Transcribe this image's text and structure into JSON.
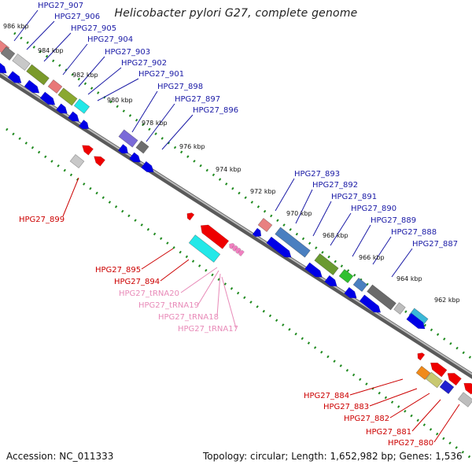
{
  "header": {
    "title": "Helicobacter pylori G27, complete genome"
  },
  "footer": {
    "accession": "Accession: NC_011333",
    "summary": "Topology: circular; Length: 1,652,982 bp; Genes: 1,536"
  },
  "colors": {
    "forward_label": "#1a1aa6",
    "reverse_label": "#cc0000",
    "trna_label": "#e88ab8",
    "genome_line": "#7a7a7a",
    "tick_dots": "#1f8a1f",
    "gene_blue": "#0000e6",
    "gene_red": "#ee0000",
    "trna_pink": "#f080c0"
  },
  "scale_ticks": [
    {
      "id": "986",
      "label": "986 kbp"
    },
    {
      "id": "984",
      "label": "984 kbp"
    },
    {
      "id": "982",
      "label": "982 kbp"
    },
    {
      "id": "980",
      "label": "980 kbp"
    },
    {
      "id": "978",
      "label": "978 kbp"
    },
    {
      "id": "976",
      "label": "976 kbp"
    },
    {
      "id": "974",
      "label": "974 kbp"
    },
    {
      "id": "972",
      "label": "972 kbp"
    },
    {
      "id": "970",
      "label": "970 kbp"
    },
    {
      "id": "968",
      "label": "968 kbp"
    },
    {
      "id": "966",
      "label": "966 kbp"
    },
    {
      "id": "964",
      "label": "964 kbp"
    },
    {
      "id": "962",
      "label": "962 kbp"
    }
  ],
  "forward_genes": [
    "HPG27_907",
    "HPG27_906",
    "HPG27_905",
    "HPG27_904",
    "HPG27_903",
    "HPG27_902",
    "HPG27_901",
    "HPG27_898",
    "HPG27_897",
    "HPG27_896",
    "HPG27_893",
    "HPG27_892",
    "HPG27_891",
    "HPG27_890",
    "HPG27_889",
    "HPG27_888",
    "HPG27_887"
  ],
  "reverse_genes": [
    "HPG27_899",
    "HPG27_895",
    "HPG27_894",
    "HPG27_884",
    "HPG27_883",
    "HPG27_882",
    "HPG27_881",
    "HPG27_880"
  ],
  "trna_genes": [
    "HPG27_tRNA20",
    "HPG27_tRNA19",
    "HPG27_tRNA18",
    "HPG27_tRNA17"
  ]
}
